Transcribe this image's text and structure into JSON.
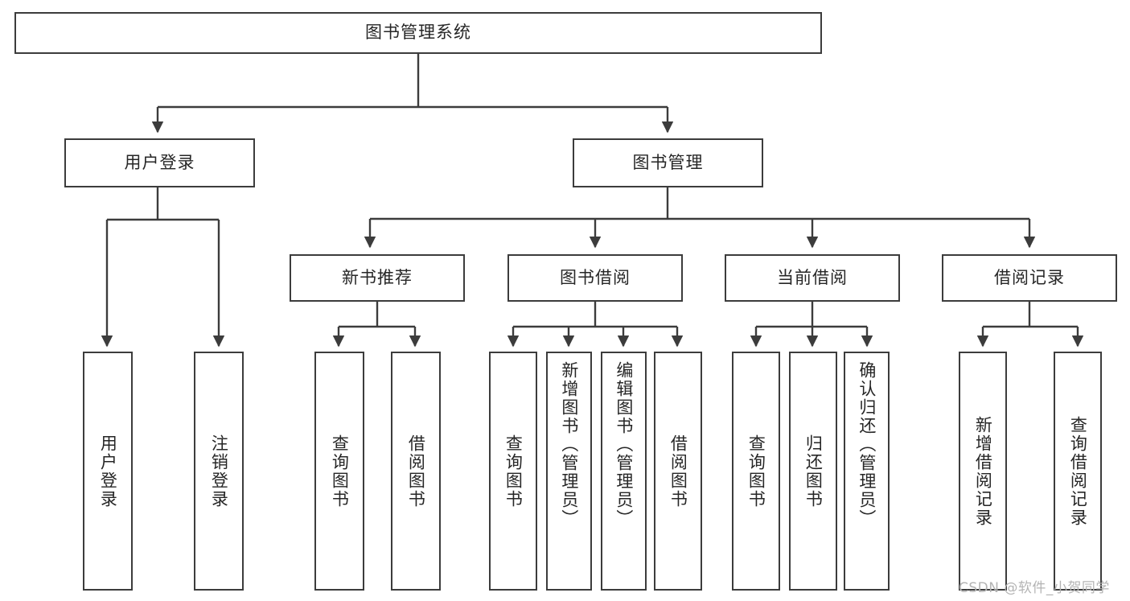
{
  "diagram": {
    "type": "tree-hierarchy",
    "title": "图书管理系统",
    "watermark": "CSDN @软件_小贺同学",
    "colors": {
      "stroke": "#3c3c3c",
      "fill": "#ffffff",
      "text": "#262626",
      "watermark": "#b4b4b4",
      "background": "#ffffff"
    },
    "nodes": {
      "root": {
        "label": "图书管理系统"
      },
      "level1": [
        {
          "id": "user-login",
          "label": "用户登录"
        },
        {
          "id": "book-manage",
          "label": "图书管理"
        }
      ],
      "level2": [
        {
          "id": "new-book-recommend",
          "label": "新书推荐"
        },
        {
          "id": "book-borrow",
          "label": "图书借阅"
        },
        {
          "id": "current-borrow",
          "label": "当前借阅"
        },
        {
          "id": "borrow-record",
          "label": "借阅记录"
        }
      ],
      "leaves": {
        "user-login": [
          {
            "id": "leaf-user-login",
            "label": "用户登录"
          },
          {
            "id": "leaf-logout-login",
            "label": "注销登录"
          }
        ],
        "new-book-recommend": [
          {
            "id": "leaf-query-book-1",
            "label": "查询图书"
          },
          {
            "id": "leaf-borrow-book-1",
            "label": "借阅图书"
          }
        ],
        "book-borrow": [
          {
            "id": "leaf-query-book-2",
            "label": "查询图书"
          },
          {
            "id": "leaf-add-book",
            "label": "新增图书（管理员）"
          },
          {
            "id": "leaf-edit-book",
            "label": "编辑图书（管理员）"
          },
          {
            "id": "leaf-borrow-book-2",
            "label": "借阅图书"
          }
        ],
        "current-borrow": [
          {
            "id": "leaf-query-book-3",
            "label": "查询图书"
          },
          {
            "id": "leaf-return-book",
            "label": "归还图书"
          },
          {
            "id": "leaf-confirm-return",
            "label": "确认归还（管理员）"
          }
        ],
        "borrow-record": [
          {
            "id": "leaf-add-record",
            "label": "新增借阅记录"
          },
          {
            "id": "leaf-query-record",
            "label": "查询借阅记录"
          }
        ]
      }
    }
  }
}
